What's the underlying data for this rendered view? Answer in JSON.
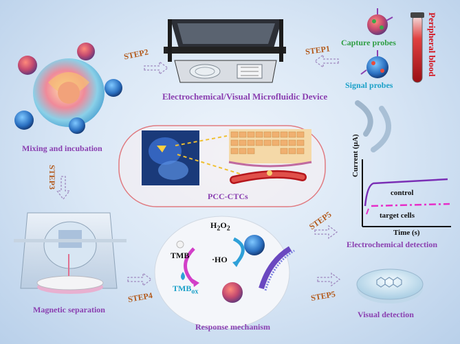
{
  "labels": {
    "device": "Electrochemical/Visual Microfluidic Device",
    "capture": "Capture probes",
    "signal": "Signal probes",
    "blood": "Peripheral blood",
    "mixing": "Mixing and incubation",
    "pcc": "PCC-CTCs",
    "magnetic": "Magnetic separation",
    "response": "Response mechanism",
    "electro": "Electrochemical detection",
    "visual": "Visual detection"
  },
  "steps": {
    "step1": "STEP1",
    "step2": "STEP2",
    "step3": "STEP3",
    "step4": "STEP4",
    "step5a": "STEP5",
    "step5b": "STEP5"
  },
  "mechanism": {
    "h2o2": "H",
    "h2o2_sub1": "2",
    "h2o2_mid": "O",
    "h2o2_sub2": "2",
    "ho": "·HO",
    "tmb": "TMB",
    "tmbox": "TMB",
    "tmbox_sub": "ox"
  },
  "graph": {
    "ylabel": "Current (μA)",
    "xlabel": "Time (s)",
    "control": "control",
    "target": "target cells"
  },
  "colors": {
    "title_purple": "#8a3fb0",
    "capture_green": "#2f9e44",
    "signal_cyan": "#1aa0c8",
    "blood_red": "#d4141e",
    "step_brown": "#b35a1c",
    "control_line": "#7a2fb5",
    "target_line": "#e62ec8"
  }
}
